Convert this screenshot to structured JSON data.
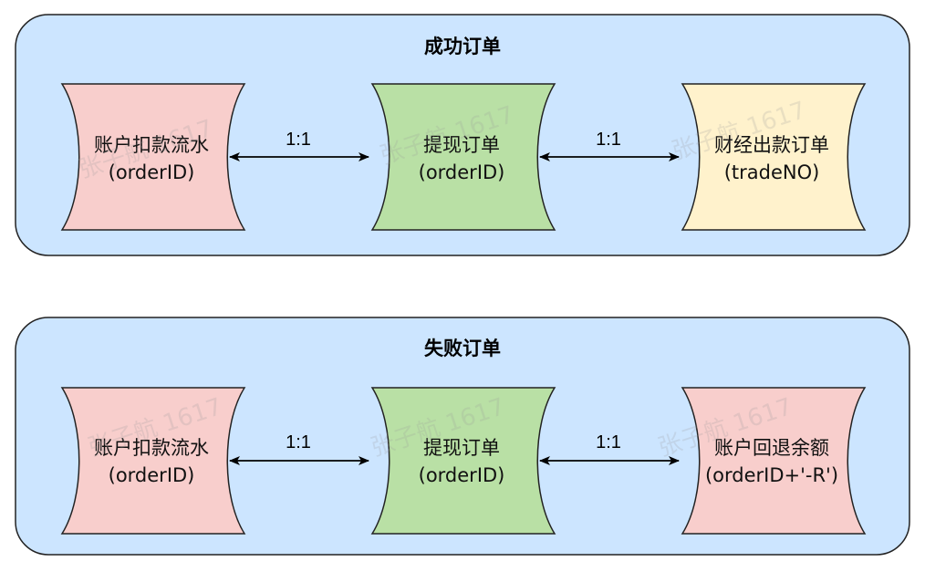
{
  "colors": {
    "group_fill": "#cce5ff",
    "group_stroke": "#222222",
    "pink": "#f8cecc",
    "green": "#b9e0a5",
    "yellow": "#fff2cc",
    "arrow": "#000000"
  },
  "groups": [
    {
      "title": "成功订单",
      "nodes": [
        {
          "line1": "账户扣款流水",
          "line2": "(orderID)",
          "color": "pink"
        },
        {
          "line1": "提现订单",
          "line2": "(orderID)",
          "color": "green"
        },
        {
          "line1": "财经出款订单",
          "line2": "(tradeNO)",
          "color": "yellow"
        }
      ],
      "edges": [
        {
          "label": "1:1"
        },
        {
          "label": "1:1"
        }
      ]
    },
    {
      "title": "失败订单",
      "nodes": [
        {
          "line1": "账户扣款流水",
          "line2": "(orderID)",
          "color": "pink"
        },
        {
          "line1": "提现订单",
          "line2": "(orderID)",
          "color": "green"
        },
        {
          "line1": "账户回退余额",
          "line2": "(orderID+'-R')",
          "color": "pink"
        }
      ],
      "edges": [
        {
          "label": "1:1"
        },
        {
          "label": "1:1"
        }
      ]
    }
  ],
  "watermark": "张子航 1617"
}
